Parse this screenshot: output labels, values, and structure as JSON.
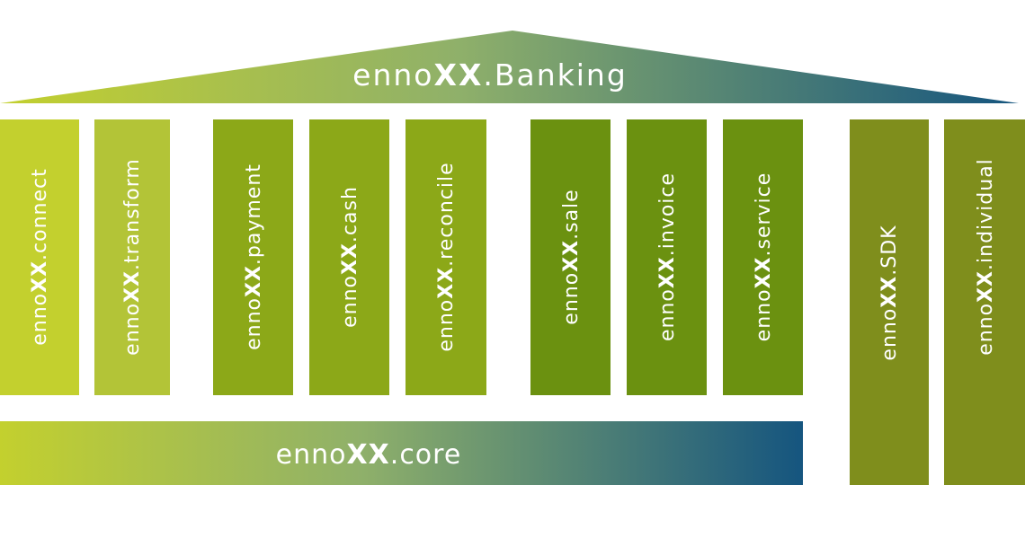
{
  "brand_prefix": "enno",
  "brand_mark": "XX",
  "roof": {
    "suffix": ".Banking"
  },
  "base": {
    "suffix": ".core"
  },
  "pillars": [
    {
      "suffix": ".connect"
    },
    {
      "suffix": ".transform"
    },
    {
      "suffix": ".payment"
    },
    {
      "suffix": ".cash"
    },
    {
      "suffix": ".reconcile"
    },
    {
      "suffix": ".sale"
    },
    {
      "suffix": ".invoice"
    },
    {
      "suffix": ".service"
    },
    {
      "suffix": ".SDK"
    },
    {
      "suffix": ".individual"
    }
  ],
  "colors": {
    "lime": "#c3d02e",
    "green": "#8ca818",
    "deep_green": "#6b9110",
    "olive": "#7f8e1c",
    "blue": "#15557f"
  }
}
